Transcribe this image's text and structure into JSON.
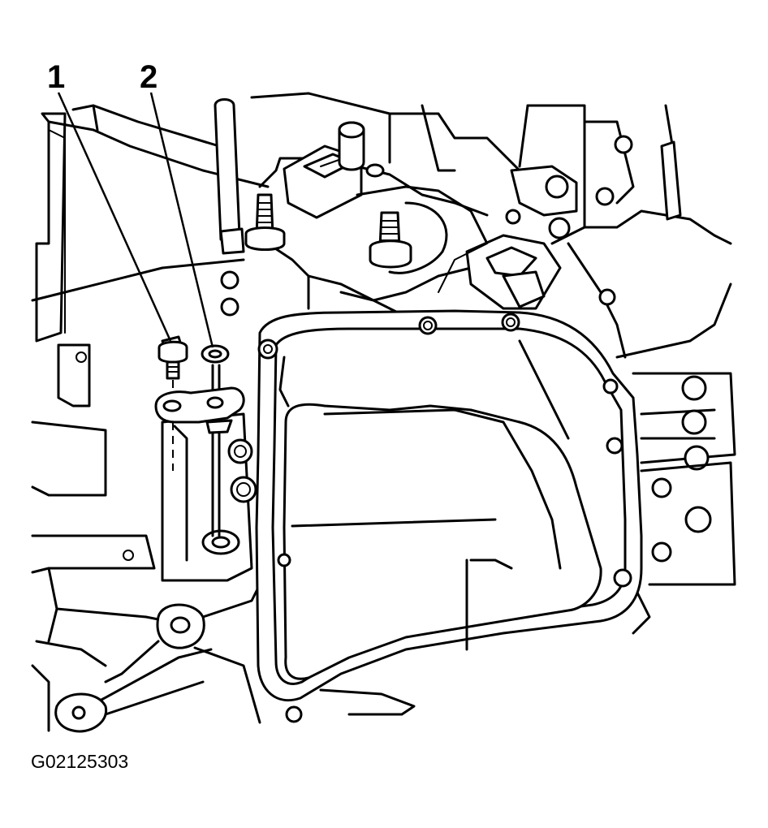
{
  "callouts": [
    {
      "label": "1"
    },
    {
      "label": "2"
    }
  ],
  "figure_id": "G02125303"
}
